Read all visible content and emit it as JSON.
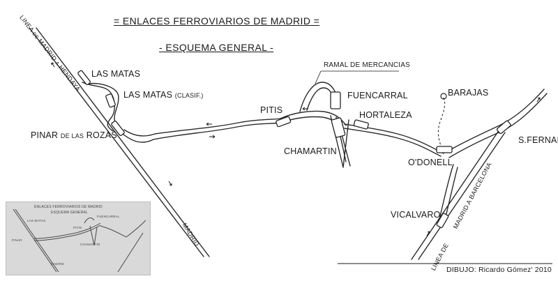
{
  "title": "= ENLACES FERROVIARIOS DE MADRID =",
  "subtitle": "- ESQUEMA GENERAL -",
  "lines": {
    "madrid_hendaya": {
      "prefix": "LINEA",
      "small": "DE",
      "middle": "MADRID",
      "small2": "A",
      "suffix": "HENDAYA"
    },
    "madrid_barcelona": {
      "prefix": "LINEA",
      "small": "DE",
      "middle": "MADRID",
      "small2": "A",
      "suffix": "BARCELONA"
    },
    "madrid_end": "MADRID"
  },
  "stations": {
    "las_matas": "LAS MATAS",
    "las_matas_clasif": "LAS MATAS",
    "las_matas_clasif_small": "(CLASIF.)",
    "pinar": "PINAR",
    "pinar_small": "DE LAS",
    "pinar_suffix": "ROZAS",
    "pitis": "PITIS",
    "ramal": "RAMAL DE MERCANCIAS",
    "fuencarral": "FUENCARRAL",
    "hortaleza": "HORTALEZA",
    "chamartin": "CHAMARTIN",
    "barajas": "BARAJAS",
    "odonell": "O'DONELL",
    "sfernando": "S.FERNANDO",
    "vicalvaro": "VICALVARO"
  },
  "credit": "DIBUJO: Ricardo Gómez' 2010",
  "thumbnail": {
    "title": "ENLACES FERROVIARIOS DE MADRID",
    "subtitle": "ESQUEMA GENERAL",
    "labels": [
      "LAS MATAS",
      "PITIS",
      "FUENCARRAL",
      "CHAMARTIN",
      "PINAR",
      "MADRID"
    ]
  }
}
